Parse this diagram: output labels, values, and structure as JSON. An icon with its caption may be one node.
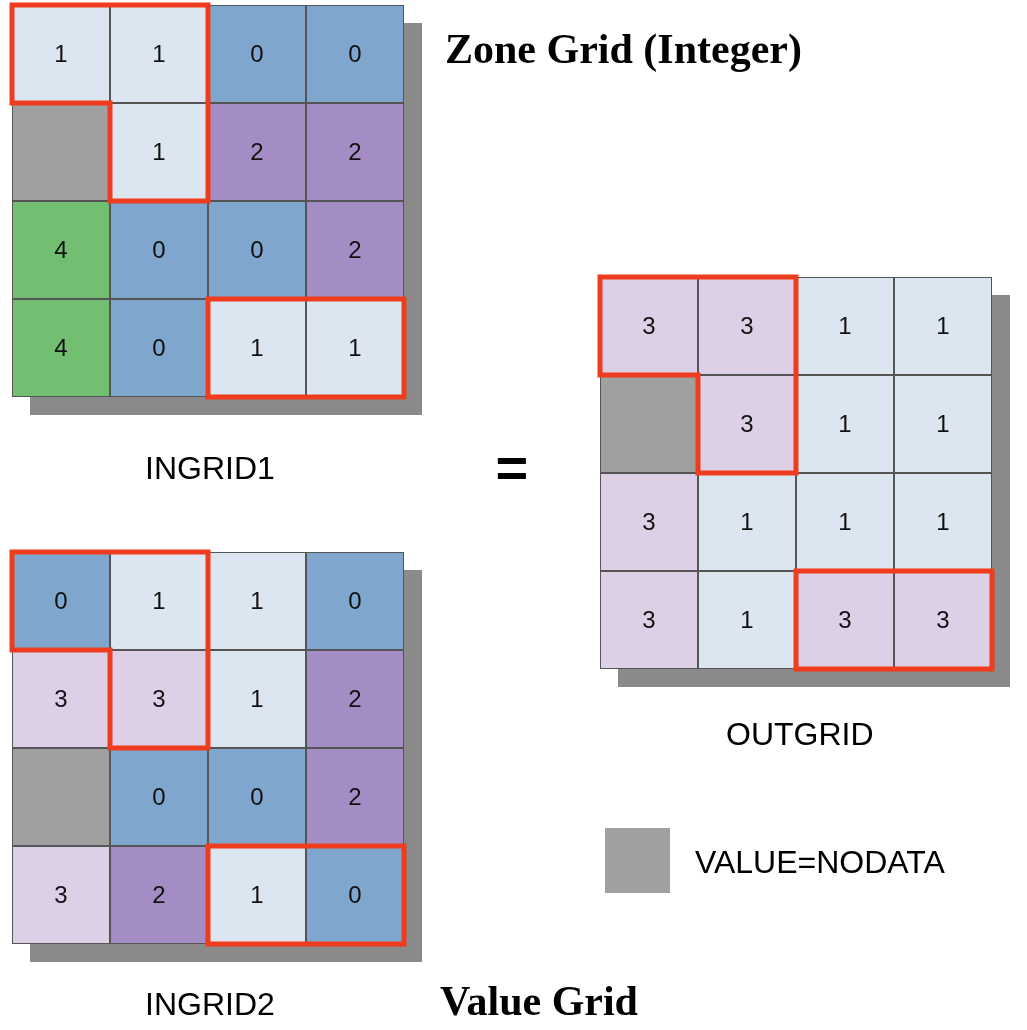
{
  "diagram": {
    "labels": [
      "Zone Grid (Integer)",
      "1",
      "1",
      "0",
      "0",
      "1",
      "2",
      "2",
      "4",
      "0",
      "0",
      "2",
      "4",
      "0",
      "1",
      "1",
      "INGRID1",
      "=",
      "3",
      "3",
      "1",
      "1",
      "3",
      "1",
      "1",
      "3",
      "1",
      "1",
      "1",
      "3",
      "1",
      "3",
      "3",
      "OUTGRID",
      "0",
      "1",
      "1",
      "0",
      "3",
      "3",
      "1",
      "2",
      "0",
      "0",
      "2",
      "3",
      "2",
      "1",
      "0",
      "INGRID2",
      "Value Grid"
    ],
    "legend": [
      {
        "text": "VALUE=NODATA",
        "color": "#a0a0a0"
      }
    ]
  }
}
